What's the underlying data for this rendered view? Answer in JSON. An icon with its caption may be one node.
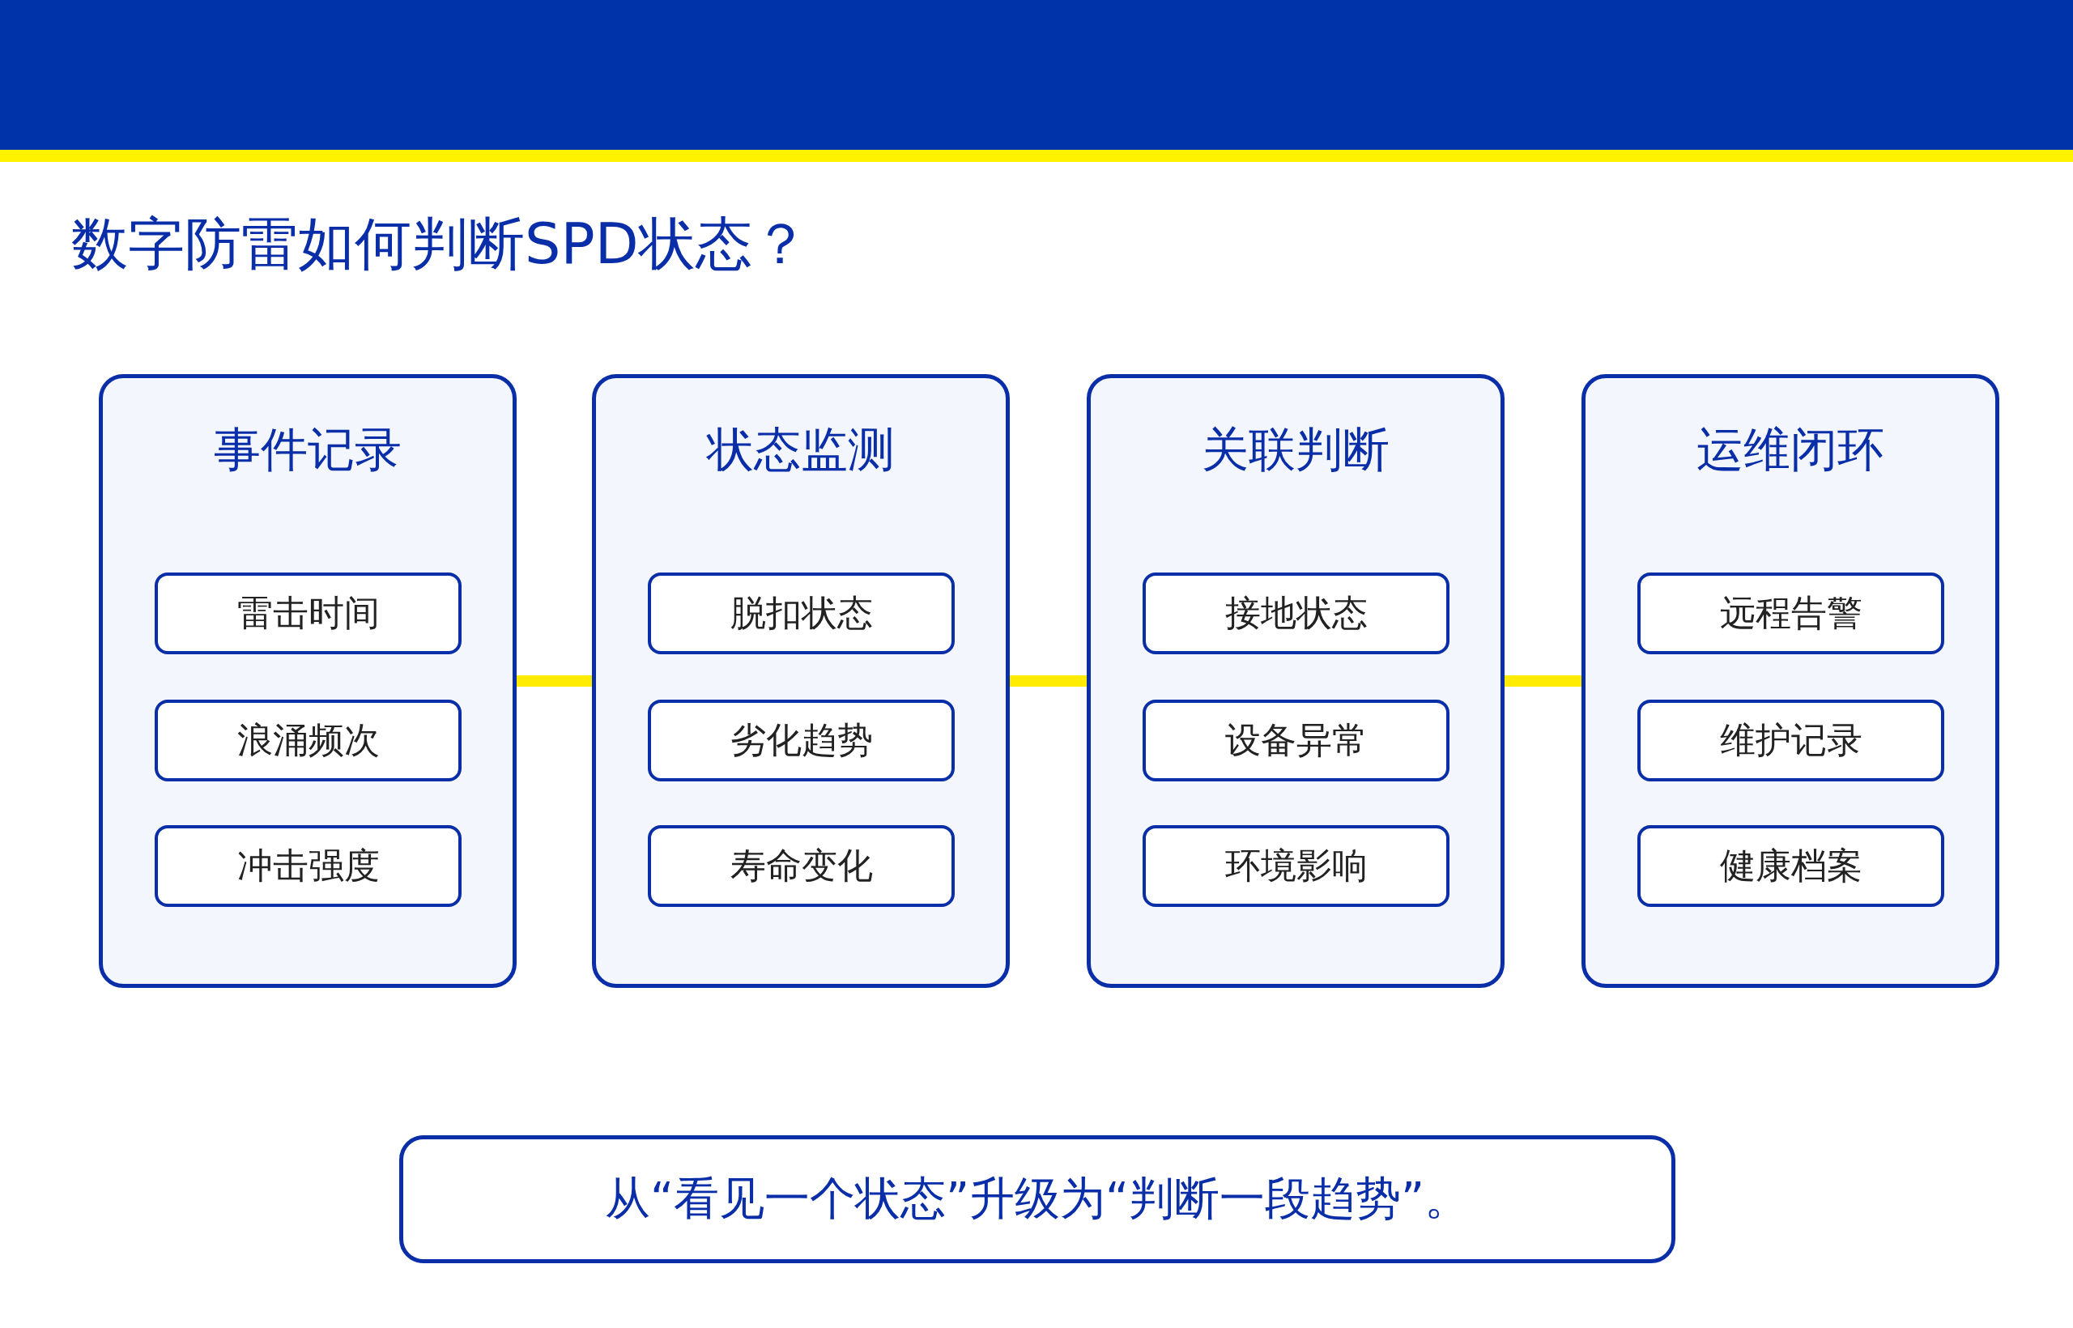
{
  "diagram": {
    "title": "数字防雷如何判断SPD状态？",
    "nodes": [
      {
        "text": [
          "事件记录"
        ]
      },
      {
        "text": [
          "雷击时间"
        ],
        "in": 0
      },
      {
        "text": [
          "浪涌频次"
        ],
        "in": 0
      },
      {
        "text": [
          "冲击强度"
        ],
        "in": 0
      },
      {
        "text": [
          "状态监测"
        ]
      },
      {
        "text": [
          "脱扣状态"
        ],
        "in": 4
      },
      {
        "text": [
          "劣化趋势"
        ],
        "in": 4
      },
      {
        "text": [
          "寿命变化"
        ],
        "in": 4
      },
      {
        "text": [
          "关联判断"
        ]
      },
      {
        "text": [
          "接地状态"
        ],
        "in": 8
      },
      {
        "text": [
          "设备异常"
        ],
        "in": 8
      },
      {
        "text": [
          "环境影响"
        ],
        "in": 8
      },
      {
        "text": [
          "运维闭环"
        ]
      },
      {
        "text": [
          "远程告警"
        ],
        "in": 12
      },
      {
        "text": [
          "维护记录"
        ],
        "in": 12
      },
      {
        "text": [
          "健康档案"
        ],
        "in": 12
      },
      {
        "text": [
          "从“看见一个状态”升级为“判断一段趋势”。"
        ]
      }
    ],
    "edges": [
      {
        "from": 0,
        "to": 4,
        "arrow": "none",
        "color": "#ffec00"
      },
      {
        "from": 4,
        "to": 8,
        "arrow": "none",
        "color": "#ffec00"
      },
      {
        "from": 8,
        "to": 12,
        "arrow": "none",
        "color": "#ffec00"
      }
    ]
  }
}
